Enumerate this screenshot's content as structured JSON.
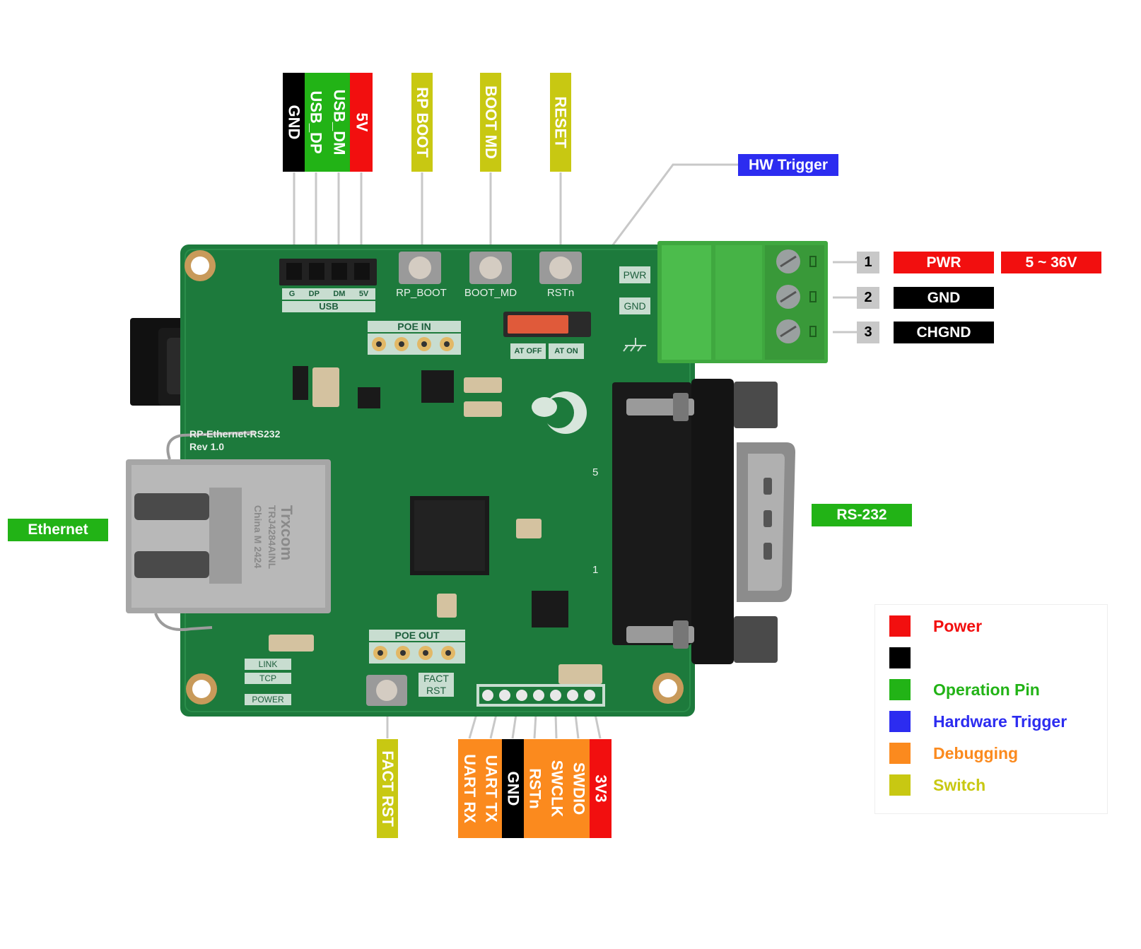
{
  "colors": {
    "power": "#f20f0f",
    "ground": "#000000",
    "operation": "#22b316",
    "trigger": "#2c2cf0",
    "debug": "#fb8a1e",
    "switch": "#c8c812",
    "pin_number": "#c8c8c8",
    "pcb": "#1d7a3c",
    "terminal": "#3fa83f"
  },
  "top_usb_labels": [
    "GND",
    "USB_DP",
    "USB_DM",
    "5V"
  ],
  "top_switch_labels": [
    "RP BOOT",
    "BOOT MD",
    "RESET"
  ],
  "hw_trigger_label": "HW Trigger",
  "terminal_pins": [
    {
      "number": "1",
      "label": "PWR",
      "value": "5 ~ 36V"
    },
    {
      "number": "2",
      "label": "GND"
    },
    {
      "number": "3",
      "label": "CHGND"
    }
  ],
  "ethernet_label": "Ethernet",
  "rs232_label": "RS-232",
  "bottom_switch_label": "FACT RST",
  "bottom_debug_labels": [
    "UART RX",
    "UART TX",
    "GND",
    "RSTn",
    "SWCLK",
    "SWDIO",
    "3V3"
  ],
  "legend": [
    {
      "label": "Power",
      "color": "#f20f0f"
    },
    {
      "label": "",
      "color": "#000000"
    },
    {
      "label": "Operation Pin",
      "color": "#22b316"
    },
    {
      "label": "Hardware Trigger",
      "color": "#2c2cf0"
    },
    {
      "label": "Debugging",
      "color": "#fb8a1e"
    },
    {
      "label": "Switch",
      "color": "#c8c812"
    }
  ],
  "board": {
    "name": "RP-Ethernet-RS232",
    "revision": "Rev 1.0",
    "usb_silk": "USB",
    "usb_pins_silk": [
      "G",
      "DP",
      "DM",
      "5V"
    ],
    "button_silk": [
      "RP_BOOT",
      "BOOT_MD",
      "RSTn"
    ],
    "poe_in": "POE IN",
    "poe_out": "POE OUT",
    "pwr_silk": "PWR",
    "gnd_silk": "GND",
    "at_off": "AT OFF",
    "at_on": "AT ON",
    "fact_rst_silk_1": "FACT",
    "fact_rst_silk_2": "RST",
    "led_silk": [
      "LINK",
      "TCP",
      "POWER"
    ],
    "jack_brand": "Trxcom",
    "jack_model": "TRJ4284AINL",
    "jack_origin": "China M 2424",
    "db9_pin_5": "5",
    "db9_pin_1": "1"
  }
}
